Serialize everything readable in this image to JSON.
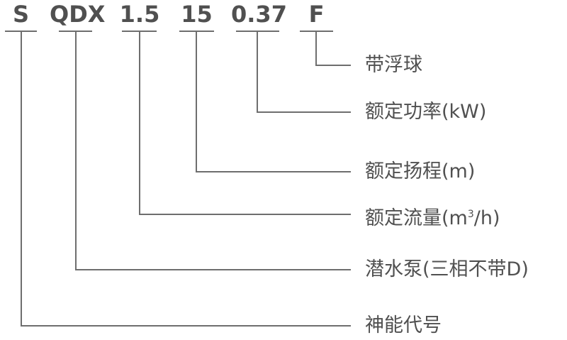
{
  "codes": [
    "S",
    "QDX",
    "1.5",
    "15",
    "0.37",
    "F"
  ],
  "labels": {
    "float": "带浮球",
    "power": "额定功率(kW)",
    "head": "额定扬程(m)",
    "flow_prefix": "额定流量(m",
    "flow_sup": "3",
    "flow_suffix": "/h)",
    "pump": "潜水泵(三相不带D)",
    "code": "神能代号"
  },
  "colors": {
    "line": "#6e6e6e",
    "text": "#505050"
  }
}
